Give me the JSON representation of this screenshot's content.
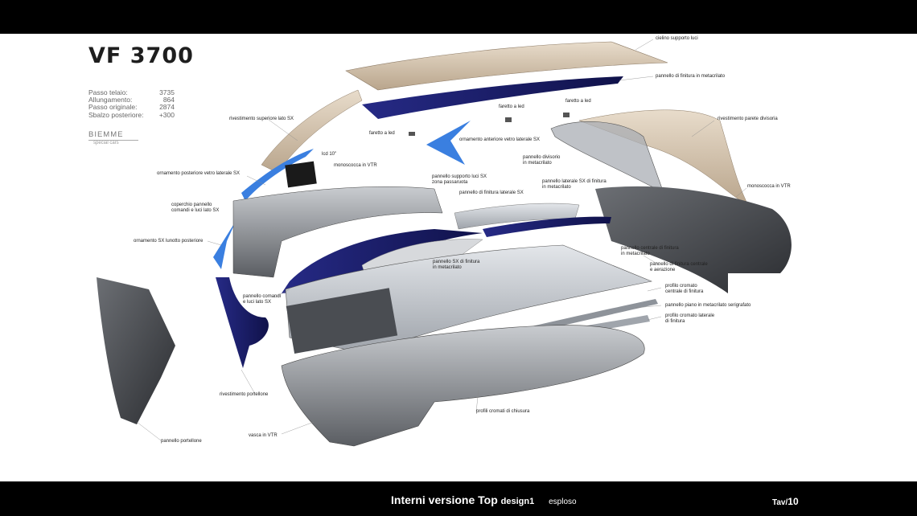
{
  "header": {
    "title": "VF 3700"
  },
  "specs": [
    {
      "label": "Passo telaio:",
      "value": "3735"
    },
    {
      "label": "Allungamento:",
      "value": "864"
    },
    {
      "label": "Passo originale:",
      "value": "2874"
    },
    {
      "label": "Sbalzo posteriore:",
      "value": "+300"
    }
  ],
  "logo": {
    "name": "BIEMME",
    "sub": "special cars"
  },
  "labels": {
    "cielino": "cielino supporto luci",
    "pannello_finitura_metacrilato": "pannello di finitura in metacrilato",
    "faretto_led_1": "faretto a led",
    "faretto_led_2": "faretto a led",
    "faretto_led_3": "faretto a led",
    "rivestimento_superiore": "rivestimento superiore lato SX",
    "rivestimento_parete": "rivestimento parete divisoria",
    "ornamento_anteriore": "ornamento anteriore vetro laterale SX",
    "lcd": "lcd 10\"",
    "pannello_divisorio_1": "pannello divisorio",
    "pannello_divisorio_2": "in metacrilato",
    "monoscocca_1": "monoscocca in VTR",
    "ornamento_posteriore": "ornamento posteriore vetro laterale SX",
    "pannello_supporto_1": "pannello supporto luci SX",
    "pannello_supporto_2": "zona passaruota",
    "pannello_laterale_1": "pannello laterale SX di finitura",
    "pannello_laterale_2": "in metacrilato",
    "monoscocca_2": "monoscocca in VTR",
    "pannello_finitura_laterale": "pannello di finitura laterale SX",
    "coperchio_1": "coperchio pannello",
    "coperchio_2": "comandi e luci lato SX",
    "ornamento_lunotto": "ornamento SX lunotto posteriore",
    "pannello_centrale_1": "pannello centrale di finitura",
    "pannello_centrale_2": "in metacrilato",
    "pannello_aerazione_1": "pannello di finitura centrale",
    "pannello_aerazione_2": "e aerazione",
    "pannello_sx_1": "pannello SX di finitura",
    "pannello_sx_2": "in metacrilato",
    "profilo_centrale_1": "profilo cromato",
    "profilo_centrale_2": "centrale di finitura",
    "pannello_comandi_1": "pannello comandi",
    "pannello_comandi_2": "e luci lato SX",
    "pannello_piano": "pannello piano in metacrilato serigrafato",
    "profilo_laterale_1": "profilo cromato laterale",
    "profilo_laterale_2": "di finitura",
    "rivestimento_portellone": "rivestimento portellone",
    "profili_chiusura": "profili cromati di chiusura",
    "vasca": "vasca in VTR",
    "pannello_portellone": "pannello portellone"
  },
  "footer": {
    "title": "Interni versione Top",
    "design": "design1",
    "view": "esploso",
    "tav_label": "Tav/",
    "tav_number": "10"
  },
  "colors": {
    "bars": "#000000",
    "accent_blue": "#3a7fe0",
    "navy": "#1c1f6e",
    "beige": "#d9c7b0"
  }
}
